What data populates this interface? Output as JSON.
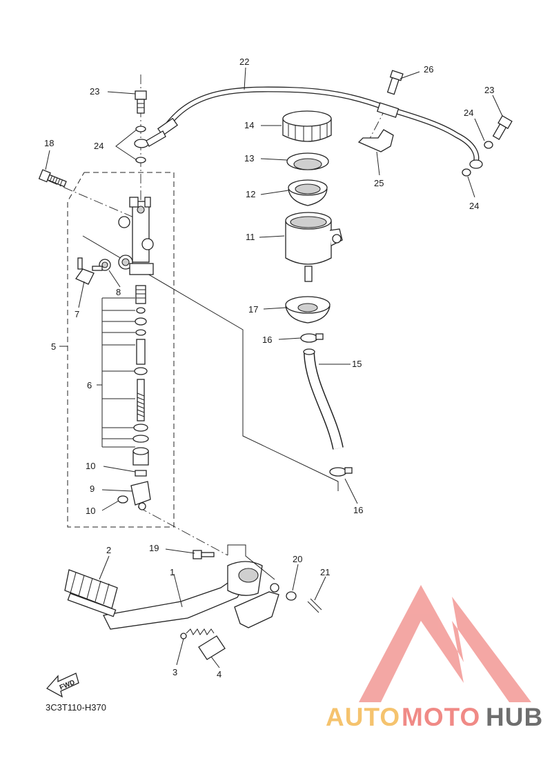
{
  "diagram": {
    "drawing_code": "3C3T110-H370",
    "fwd_label": "FWD",
    "callouts": [
      {
        "id": "c22",
        "text": "22"
      },
      {
        "id": "c26",
        "text": "26"
      },
      {
        "id": "c23a",
        "text": "23"
      },
      {
        "id": "c23b",
        "text": "23"
      },
      {
        "id": "c24a",
        "text": "24"
      },
      {
        "id": "c24b",
        "text": "24"
      },
      {
        "id": "c24c",
        "text": "24"
      },
      {
        "id": "c14",
        "text": "14"
      },
      {
        "id": "c13",
        "text": "13"
      },
      {
        "id": "c12",
        "text": "12"
      },
      {
        "id": "c11",
        "text": "11"
      },
      {
        "id": "c25",
        "text": "25"
      },
      {
        "id": "c18",
        "text": "18"
      },
      {
        "id": "c7",
        "text": "7"
      },
      {
        "id": "c8",
        "text": "8"
      },
      {
        "id": "c5",
        "text": "5"
      },
      {
        "id": "c6",
        "text": "6"
      },
      {
        "id": "c17",
        "text": "17"
      },
      {
        "id": "c16a",
        "text": "16"
      },
      {
        "id": "c15",
        "text": "15"
      },
      {
        "id": "c16b",
        "text": "16"
      },
      {
        "id": "c10a",
        "text": "10"
      },
      {
        "id": "c9",
        "text": "9"
      },
      {
        "id": "c10b",
        "text": "10"
      },
      {
        "id": "c2",
        "text": "2"
      },
      {
        "id": "c19",
        "text": "19"
      },
      {
        "id": "c1",
        "text": "1"
      },
      {
        "id": "c20",
        "text": "20"
      },
      {
        "id": "c21",
        "text": "21"
      },
      {
        "id": "c3",
        "text": "3"
      },
      {
        "id": "c4",
        "text": "4"
      }
    ]
  },
  "watermark": {
    "part1": "AUTO",
    "part2": "MOTO",
    "part3": "HUB",
    "colors": {
      "logo": "#f08a86",
      "auto": "#f5c36e",
      "moto": "#f08a86",
      "hub": "#6e6e6e"
    }
  }
}
